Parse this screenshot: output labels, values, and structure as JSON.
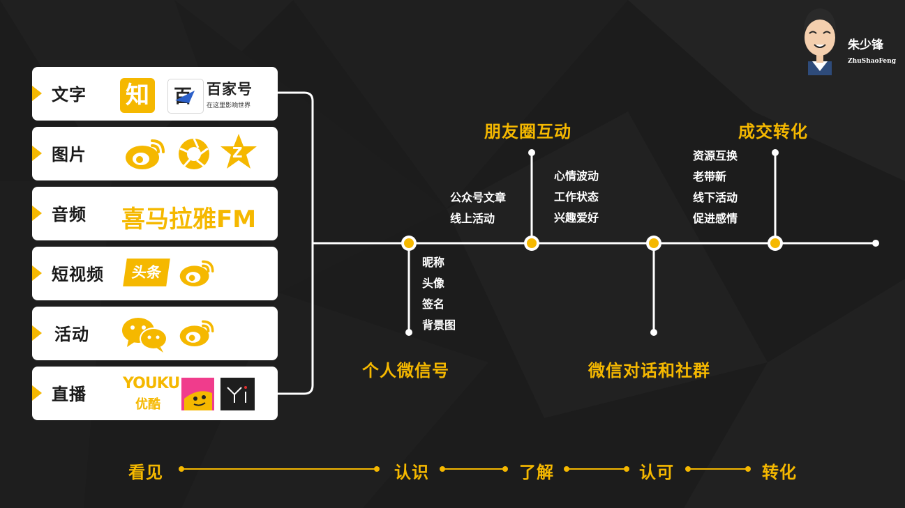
{
  "author": {
    "name": "朱少锋",
    "latin_name": "ZhuShaoFeng"
  },
  "colors": {
    "accent": "#f5b800",
    "background": "#1c1c1c",
    "card": "#ffffff",
    "line": "#ffffff"
  },
  "channels": [
    {
      "label": "文字",
      "logos": [
        "zhihu-logo",
        "baijiahao-logo"
      ]
    },
    {
      "label": "图片",
      "logos": [
        "weibo-logo",
        "camera-shutter-logo",
        "qzone-logo"
      ]
    },
    {
      "label": "音频",
      "logos": [
        "ximalaya-fm-logo"
      ]
    },
    {
      "label": "短视频",
      "logos": [
        "toutiao-logo",
        "weibo-logo"
      ]
    },
    {
      "label": "活动",
      "logos": [
        "wechat-logo",
        "weibo-logo"
      ]
    },
    {
      "label": "直播",
      "logos": [
        "youku-logo",
        "face-app-logo",
        "yi-app-logo"
      ]
    }
  ],
  "logos_text": {
    "zhihu": "知",
    "baijiahao_title": "百家号",
    "baijiahao_sub": "在这里影响世界",
    "ximalaya": "喜马拉雅FM",
    "toutiao": "头条",
    "youku_en": "YOUKU",
    "youku_cn": "优酷"
  },
  "timeline": {
    "nodes": [
      {
        "title": "个人微信号",
        "items": [
          "昵称",
          "头像",
          "签名",
          "背景图"
        ]
      },
      {
        "title": "朋友圈互动",
        "items_left": [
          "公众号文章",
          "线上活动"
        ],
        "items_right": [
          "心情波动",
          "工作状态",
          "兴趣爱好"
        ]
      },
      {
        "title": "微信对话和社群",
        "items": []
      },
      {
        "title": "成交转化",
        "items": [
          "资源互换",
          "老带新",
          "线下活动",
          "促进感情"
        ]
      }
    ]
  },
  "process": [
    "看见",
    "认识",
    "了解",
    "认可",
    "转化"
  ]
}
